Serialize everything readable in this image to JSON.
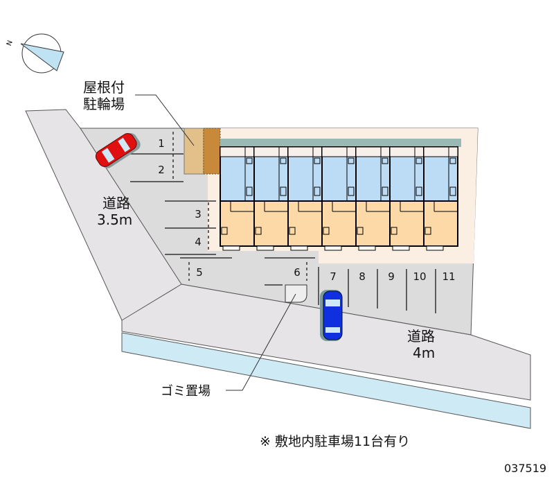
{
  "labels": {
    "bike_parking_line1": "屋根付",
    "bike_parking_line2": "駐輪場",
    "left_road_line1": "道路",
    "left_road_line2": "3.5m",
    "front_road_line1": "道路",
    "front_road_line2": "4m",
    "garbage": "ゴミ置場",
    "note": "※ 敷地内駐車場11台有り",
    "property_id": "037519",
    "compass_north": "N"
  },
  "parking_spots": [
    "1",
    "2",
    "3",
    "4",
    "5",
    "6",
    "7",
    "8",
    "9",
    "10",
    "11"
  ],
  "colors": {
    "road": "#e6e4e6",
    "lot": "#dcdcdc",
    "site": "#fbeee3",
    "water": "#cdeaf5",
    "unit_top": "#bcdcf5",
    "unit_bottom": "#fcd9a6",
    "car_red": "#e01010",
    "car_blue": "#1030e0"
  }
}
